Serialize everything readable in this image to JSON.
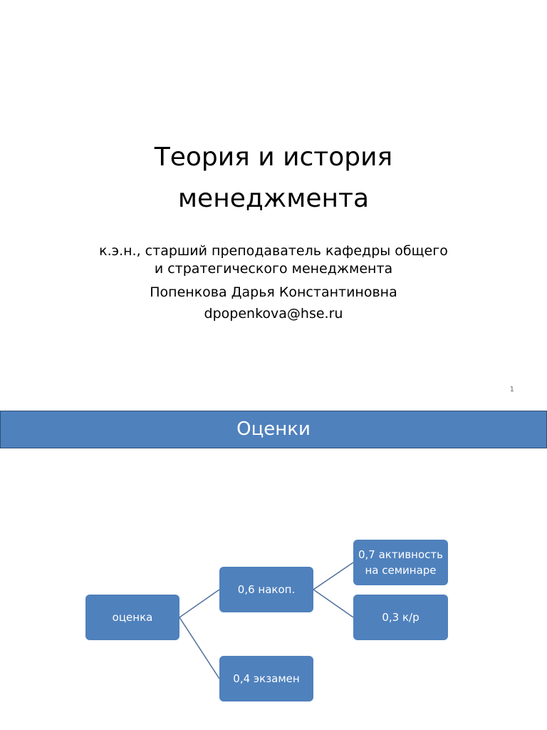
{
  "slide1": {
    "title_lines": [
      "Теория и история",
      "менеджмента"
    ],
    "affiliation_lines": [
      "к.э.н., старший преподаватель кафедры общего",
      "и стратегического менеджмента"
    ],
    "author": "Попенкова Дарья Константиновна",
    "email": "dpopenkova@hse.ru",
    "page_number": "1"
  },
  "slide2": {
    "title": "Оценки",
    "diagram": {
      "root": "оценка",
      "branch_accumulated": "0,6 накоп.",
      "branch_exam": "0,4 экзамен",
      "leaf_activity_lines": [
        "0,7 активность",
        "на семинаре"
      ],
      "leaf_test": "0,3 к/р"
    }
  }
}
